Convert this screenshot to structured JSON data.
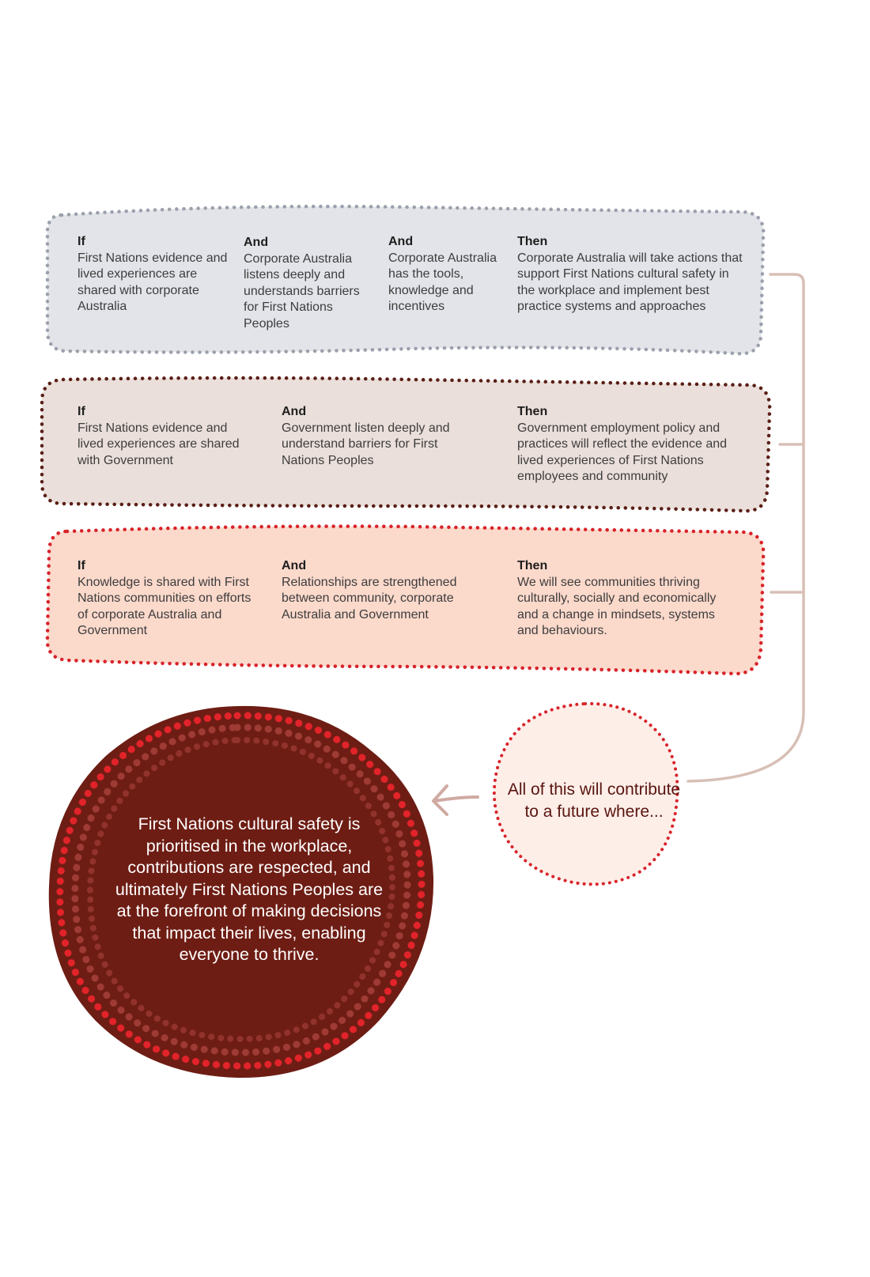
{
  "bands": [
    {
      "id": "corporate",
      "colors": {
        "fill": "#e3e4e9",
        "dots": "#9aa0ac"
      },
      "columns": [
        {
          "keyword": "If",
          "text": "First Nations evidence and lived experiences are shared with corporate Australia"
        },
        {
          "keyword": "And",
          "text": "Corporate Australia listens deeply and understands barriers for First Nations Peoples"
        },
        {
          "keyword": "And",
          "text": "Corporate Australia has the tools, knowledge and incentives"
        },
        {
          "keyword": "Then",
          "text": "Corporate Australia will take actions that support First Nations cultural safety in the workplace and implement best practice systems and approaches"
        }
      ]
    },
    {
      "id": "government",
      "colors": {
        "fill": "#eadfda",
        "dots": "#5a1f16"
      },
      "columns": [
        {
          "keyword": "If",
          "text": "First Nations evidence and lived experiences are shared with Government"
        },
        {
          "keyword": "And",
          "text": "Government listen deeply and understand barriers for First Nations Peoples"
        },
        {
          "keyword": "Then",
          "text": "Government employment policy and practices will reflect the evidence and lived experiences of First Nations employees and community"
        }
      ]
    },
    {
      "id": "community",
      "colors": {
        "fill": "#fbd9cb",
        "dots": "#d8232a"
      },
      "columns": [
        {
          "keyword": "If",
          "text": "Knowledge is shared with First Nations communities on efforts of corporate Australia and Government"
        },
        {
          "keyword": "And",
          "text": "Relationships are strengthened between community, corporate Australia and Government"
        },
        {
          "keyword": "Then",
          "text": "We will see communities thriving culturally, socially and economically and a change in mindsets, systems and behaviours."
        }
      ]
    }
  ],
  "bubble": {
    "text": "All of this will contribute to a future where...",
    "colors": {
      "fill": "#fdeee8",
      "dots": "#d8232a"
    }
  },
  "outcome": {
    "text": "First Nations cultural safety is prioritised in the workplace, contributions are respected, and ultimately First Nations Peoples are at the forefront of making decisions that impact their lives, enabling everyone to thrive.",
    "colors": {
      "fill": "#6e1d14",
      "outer_dots": "#e2232a",
      "inner_dots": "#9e3b34"
    }
  },
  "connector_color": "#d8c0b6",
  "arrow": {
    "icon": "arrow-left-icon",
    "color": "#cfaaa2"
  }
}
